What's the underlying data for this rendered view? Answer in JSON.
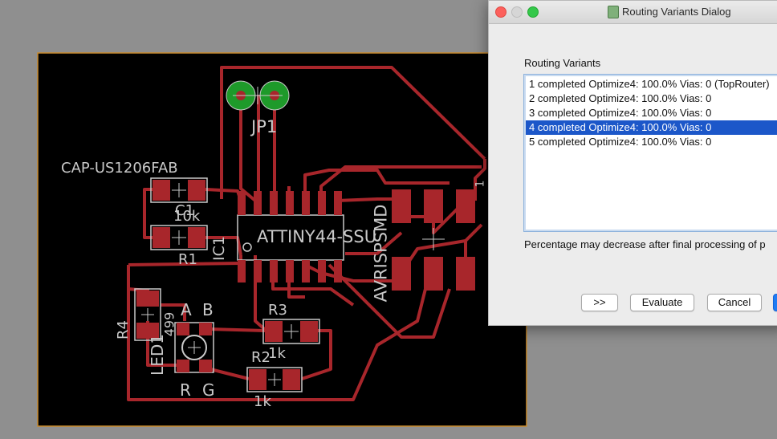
{
  "pcb": {
    "labels": {
      "jp1": "JP1",
      "cap": "CAP-US1206FAB",
      "c1": "C1",
      "r1_value": "10k",
      "r1": "R1",
      "ic1": "IC1",
      "ic_part": "ATTINY44-SSU",
      "avrisp": "AVRISPSMD",
      "u1": "1",
      "r3": "R3",
      "r3_value": "1k",
      "r2": "R2",
      "r2_value": "1k",
      "r4": "R4",
      "r4_value": "499",
      "led": "LED1",
      "a": "A",
      "b": "B",
      "r": "R",
      "g": "G"
    },
    "colors": {
      "board": "#000000",
      "trace": "#a8262b",
      "pad": "#a8262b",
      "via": "#1e9a2a",
      "silk": "#c9c9c9",
      "outline": "#c98a2c"
    }
  },
  "dialog": {
    "title": "Routing Variants Dialog",
    "section_label": "Routing Variants",
    "variants": [
      "1 completed Optimize4:  100.0%  Vias: 0 (TopRouter)",
      "2 completed Optimize4:  100.0%  Vias: 0",
      "3 completed Optimize4:  100.0%  Vias: 0",
      "4 completed Optimize4:  100.0%  Vias: 0",
      "5 completed Optimize4:  100.0%  Vias: 0"
    ],
    "selected_index": 3,
    "note": "Percentage may decrease after final processing of p",
    "buttons": {
      "next": ">>",
      "evaluate": "Evaluate",
      "cancel": "Cancel"
    },
    "traffic_lights": {
      "close": "#fc605c",
      "minimize": "#d6d6d6",
      "zoom": "#34c84a"
    },
    "selection_color": "#1c57c9"
  }
}
